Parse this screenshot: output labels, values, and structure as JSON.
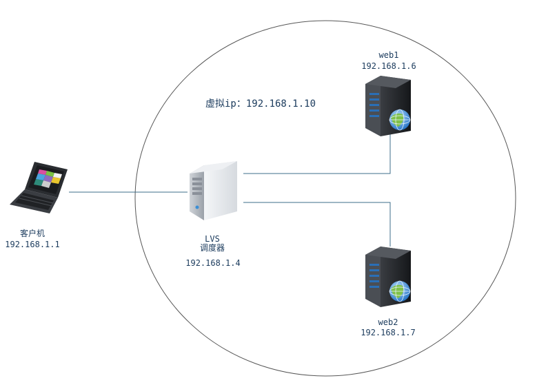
{
  "client": {
    "name": "客户机",
    "ip": "192.168.1.1"
  },
  "lvs": {
    "name": "LVS",
    "role": "调度器",
    "ip": "192.168.1.4"
  },
  "virtual_ip": "虚拟ip：192.168.1.10",
  "web1": {
    "name": "web1",
    "ip": "192.168.1.6"
  },
  "web2": {
    "name": "web2",
    "ip": "192.168.1.7"
  },
  "colors": {
    "line": "#3c6e8a",
    "circle": "#555555",
    "label": "#1a3a5c"
  }
}
